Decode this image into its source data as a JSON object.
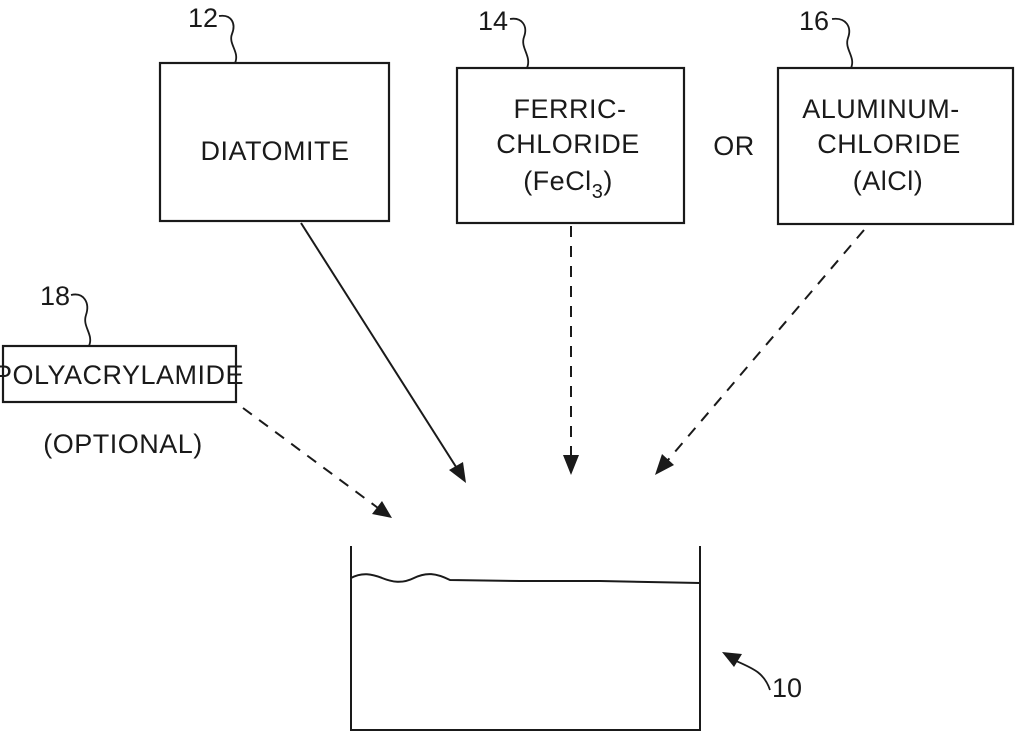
{
  "boxes": {
    "diatomite": {
      "ref": "12",
      "line1": "DIATOMITE"
    },
    "ferric": {
      "ref": "14",
      "line1": "FERRIC-",
      "line2": "CHLORIDE",
      "line3_main": "(FeCl",
      "line3_sub": "3",
      "line3_end": ")"
    },
    "aluminum": {
      "ref": "16",
      "line1": "ALUMINUM-",
      "line2": "CHLORIDE",
      "line3": "(AlCl)"
    },
    "polyacrylamide": {
      "ref": "18",
      "label": "POLYACRYLAMIDE",
      "note": "(OPTIONAL)"
    }
  },
  "connector": {
    "or": "OR"
  },
  "tank": {
    "ref": "10"
  }
}
